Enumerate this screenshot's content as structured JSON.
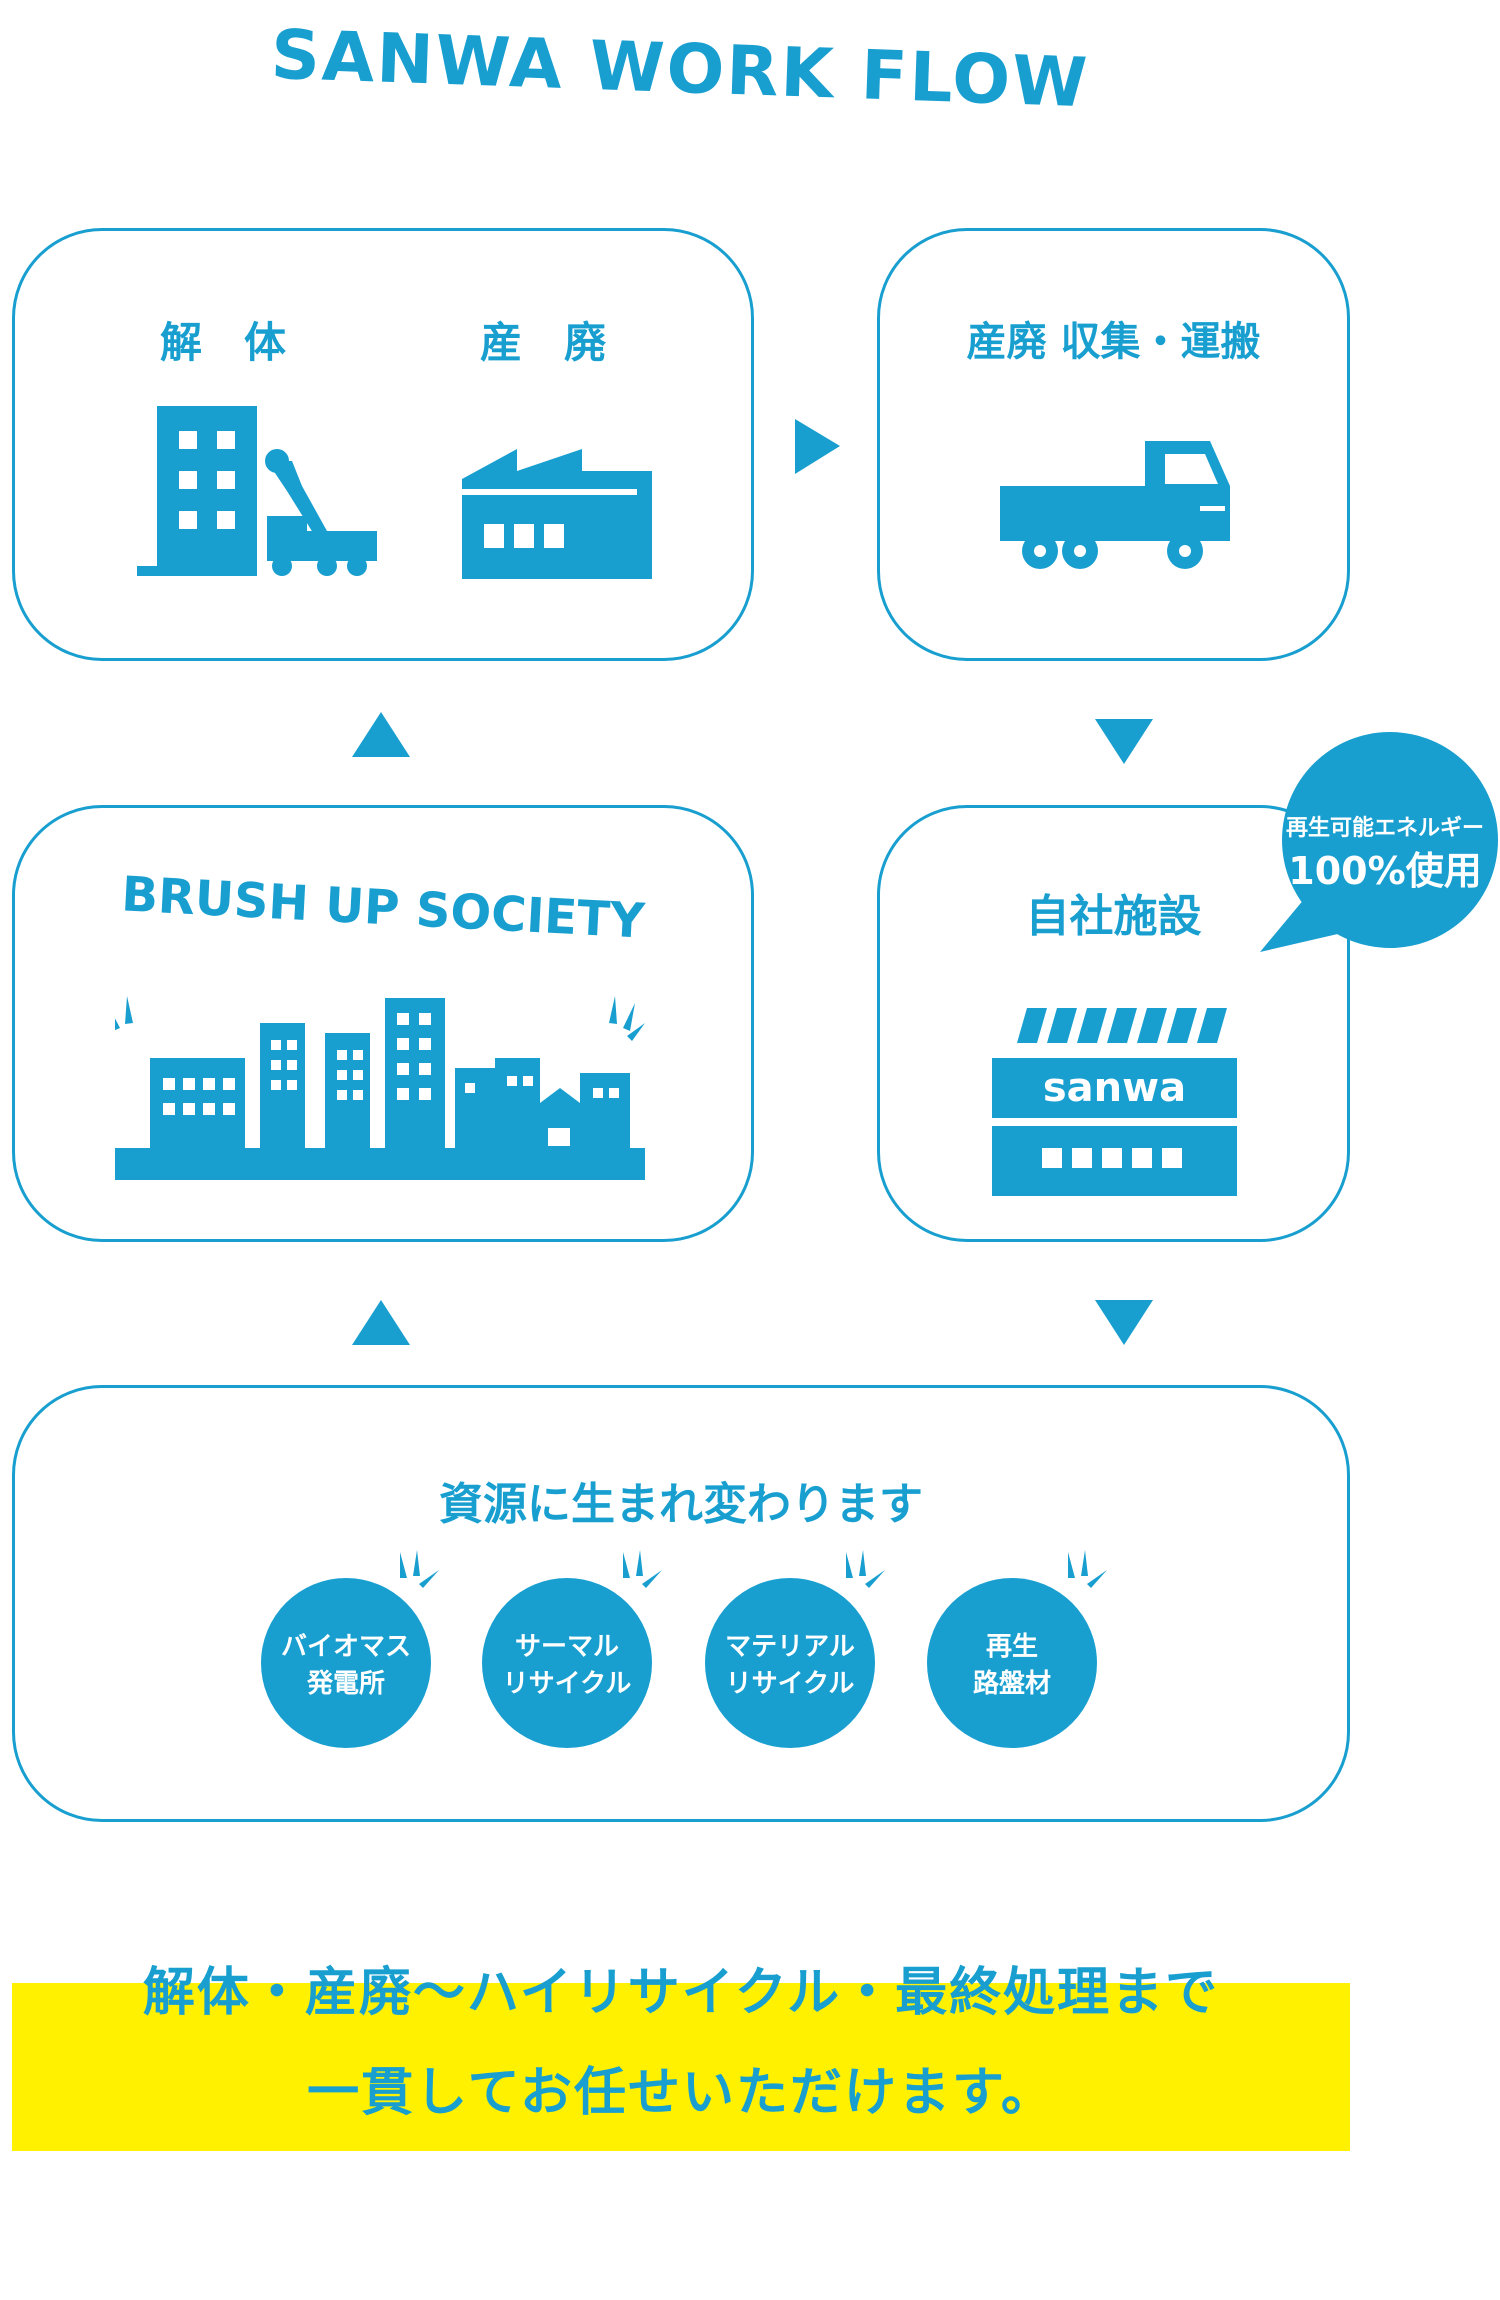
{
  "title": "SANWA WORK FLOW",
  "colors": {
    "accent": "#189fd0",
    "highlight": "#fff100"
  },
  "box_demolition": {
    "label_demolition": "解　体",
    "label_waste": "産　廃"
  },
  "box_transport": {
    "label": "産廃 収集・運搬"
  },
  "box_facility": {
    "label": "自社施設",
    "sign": "sanwa"
  },
  "bubble": {
    "line1": "再生可能エネルギー",
    "line2": "100%使用"
  },
  "box_society": {
    "label": "BRUSH UP SOCIETY"
  },
  "box_resources": {
    "label": "資源に生まれ変わります",
    "circles": [
      {
        "line1": "バイオマス",
        "line2": "発電所"
      },
      {
        "line1": "サーマル",
        "line2": "リサイクル"
      },
      {
        "line1": "マテリアル",
        "line2": "リサイクル"
      },
      {
        "line1": "再生",
        "line2": "路盤材"
      }
    ]
  },
  "footer": {
    "line1": "解体・産廃〜ハイリサイクル・最終処理まで",
    "line2": "一貫してお任せいただけます。"
  }
}
